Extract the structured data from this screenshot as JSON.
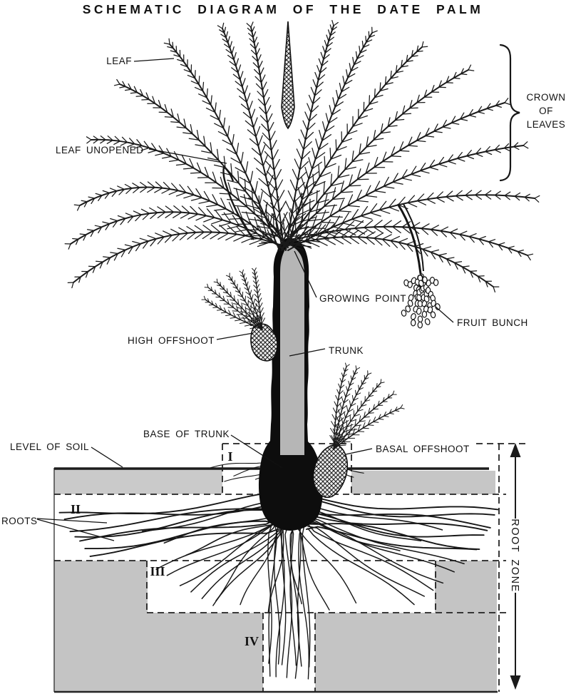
{
  "title": "SCHEMATIC DIAGRAM OF THE DATE PALM",
  "labels": {
    "leaf": "LEAF",
    "leaf_unopened": "LEAF UNOPENED",
    "crown_line1": "CROWN",
    "crown_line2": "OF",
    "crown_line3": "LEAVES",
    "growing_point": "GROWING POINT",
    "fruit_bunch": "FRUIT BUNCH",
    "high_offshoot": "HIGH OFFSHOOT",
    "trunk": "TRUNK",
    "base_of_trunk": "BASE OF TRUNK",
    "basal_offshoot": "BASAL OFFSHOOT",
    "level_of_soil": "LEVEL OF SOIL",
    "roots": "ROOTS",
    "root_zone": "ROOT ZONE"
  },
  "zones": {
    "zone1": "I",
    "zone2": "II",
    "zone3": "III",
    "zone4": "IV"
  },
  "colors": {
    "soil_gray": "#c9c9c9",
    "trunk_core": "#b6b6b6",
    "ink": "#111111"
  }
}
